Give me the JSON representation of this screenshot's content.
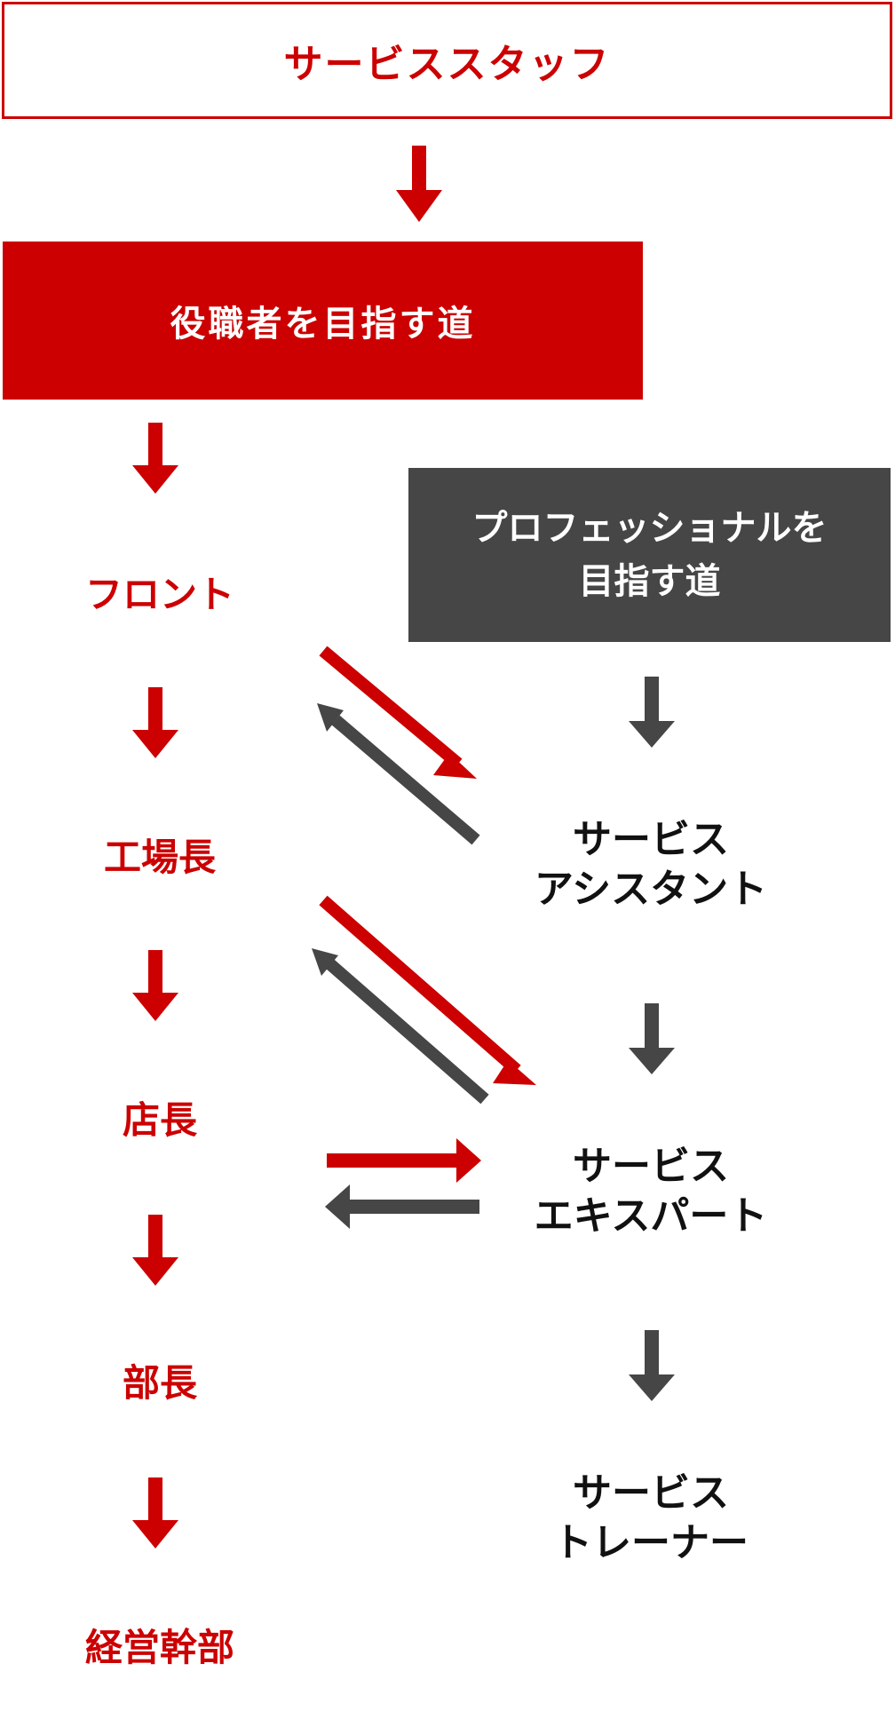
{
  "top_box": {
    "text": "サービススタッフ"
  },
  "management_box": {
    "text": "役職者を目指す道"
  },
  "professional_box": {
    "line1": "プロフェッショナルを",
    "line2": "目指す道"
  },
  "management_path": [
    {
      "text": "フロント"
    },
    {
      "text": "工場長"
    },
    {
      "text": "店長"
    },
    {
      "text": "部長"
    },
    {
      "text": "経営幹部"
    }
  ],
  "professional_path": [
    {
      "line1": "サービス",
      "line2": "アシスタント"
    },
    {
      "line1": "サービス",
      "line2": "エキスパート"
    },
    {
      "line1": "サービス",
      "line2": "トレーナー"
    }
  ],
  "colors": {
    "red": "#cc0000",
    "dark": "#464646",
    "text": "#111111"
  }
}
